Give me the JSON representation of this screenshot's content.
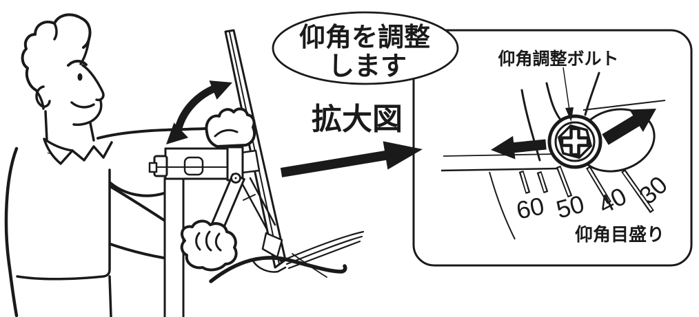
{
  "figure": {
    "speech_bubble": {
      "line1": "仰角を調整",
      "line2": "します"
    },
    "enlarged_view_label": "拡大図",
    "detail_box": {
      "bolt_label": "仰角調整ボルト",
      "scale_label": "仰角目盛り",
      "scale_values": [
        "60",
        "50",
        "40",
        "30"
      ]
    },
    "colors": {
      "line": "#1a1a1a",
      "background": "#ffffff"
    }
  }
}
